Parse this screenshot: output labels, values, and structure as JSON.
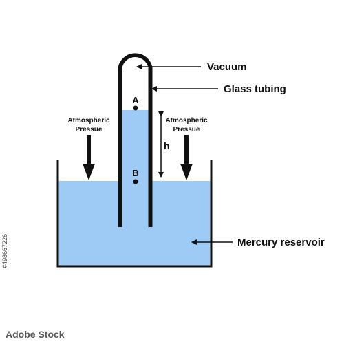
{
  "labels": {
    "vacuum": "Vacuum",
    "glass_tubing": "Glass tubing",
    "atmospheric_left_line1": "Atmospheric",
    "atmospheric_left_line2": "Pressue",
    "atmospheric_right_line1": "Atmospheric",
    "atmospheric_right_line2": "Pressue",
    "height": "h",
    "point_a": "A",
    "point_b": "B",
    "mercury_reservoir": "Mercury reservoir"
  },
  "watermark": {
    "side_id": "#498667226",
    "stock_mark": "Adobe Stock"
  },
  "colors": {
    "mercury": "#9ecbf5",
    "outline": "#111111",
    "background": "#ffffff"
  }
}
